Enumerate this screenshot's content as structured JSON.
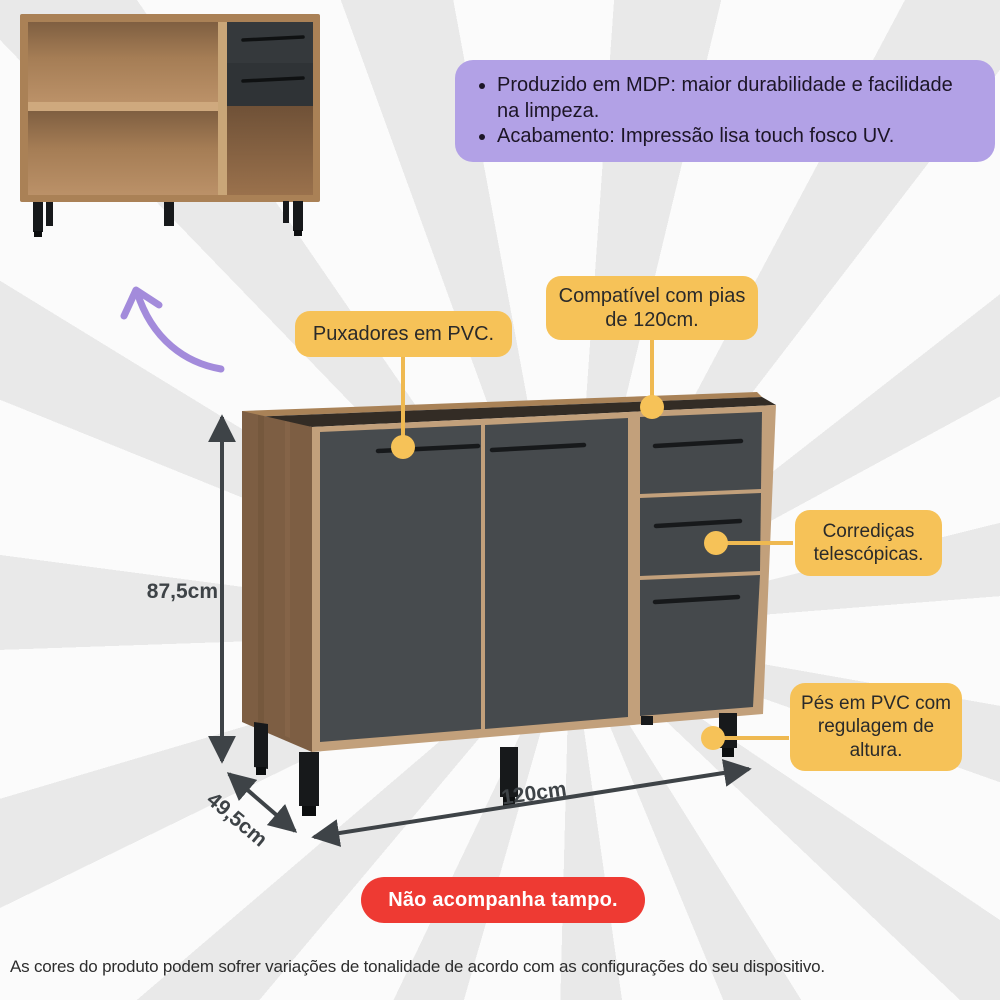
{
  "info_box": {
    "items": [
      "Produzido em MDP: maior durabilidade e facilidade na limpeza.",
      "Acabamento: Impressão lisa touch fosco UV."
    ]
  },
  "callouts": {
    "handles": "Puxadores em PVC.",
    "sink": "Compatível com pias de 120cm.",
    "slides": "Corrediças telescópicas.",
    "feet": "Pés em PVC com regulagem de altura."
  },
  "dimensions": {
    "height": "87,5cm",
    "depth": "49,5cm",
    "width": "120cm"
  },
  "warning": "Não acompanha tampo.",
  "disclaimer": "As cores do produto podem sofrer variações de tonalidade de acordo com as configurações do seu dispositivo.",
  "colors": {
    "accent_yellow": "#f6c258",
    "accent_purple": "#b2a1e6",
    "arrow_purple": "#a38bdb",
    "warning_red": "#ee3a33",
    "dimension_gray": "#3e4347",
    "wood_front": "#c2a07b",
    "wood_side": "#7d5e43",
    "door_gray": "#474b4e",
    "handle_black": "#17191b"
  }
}
